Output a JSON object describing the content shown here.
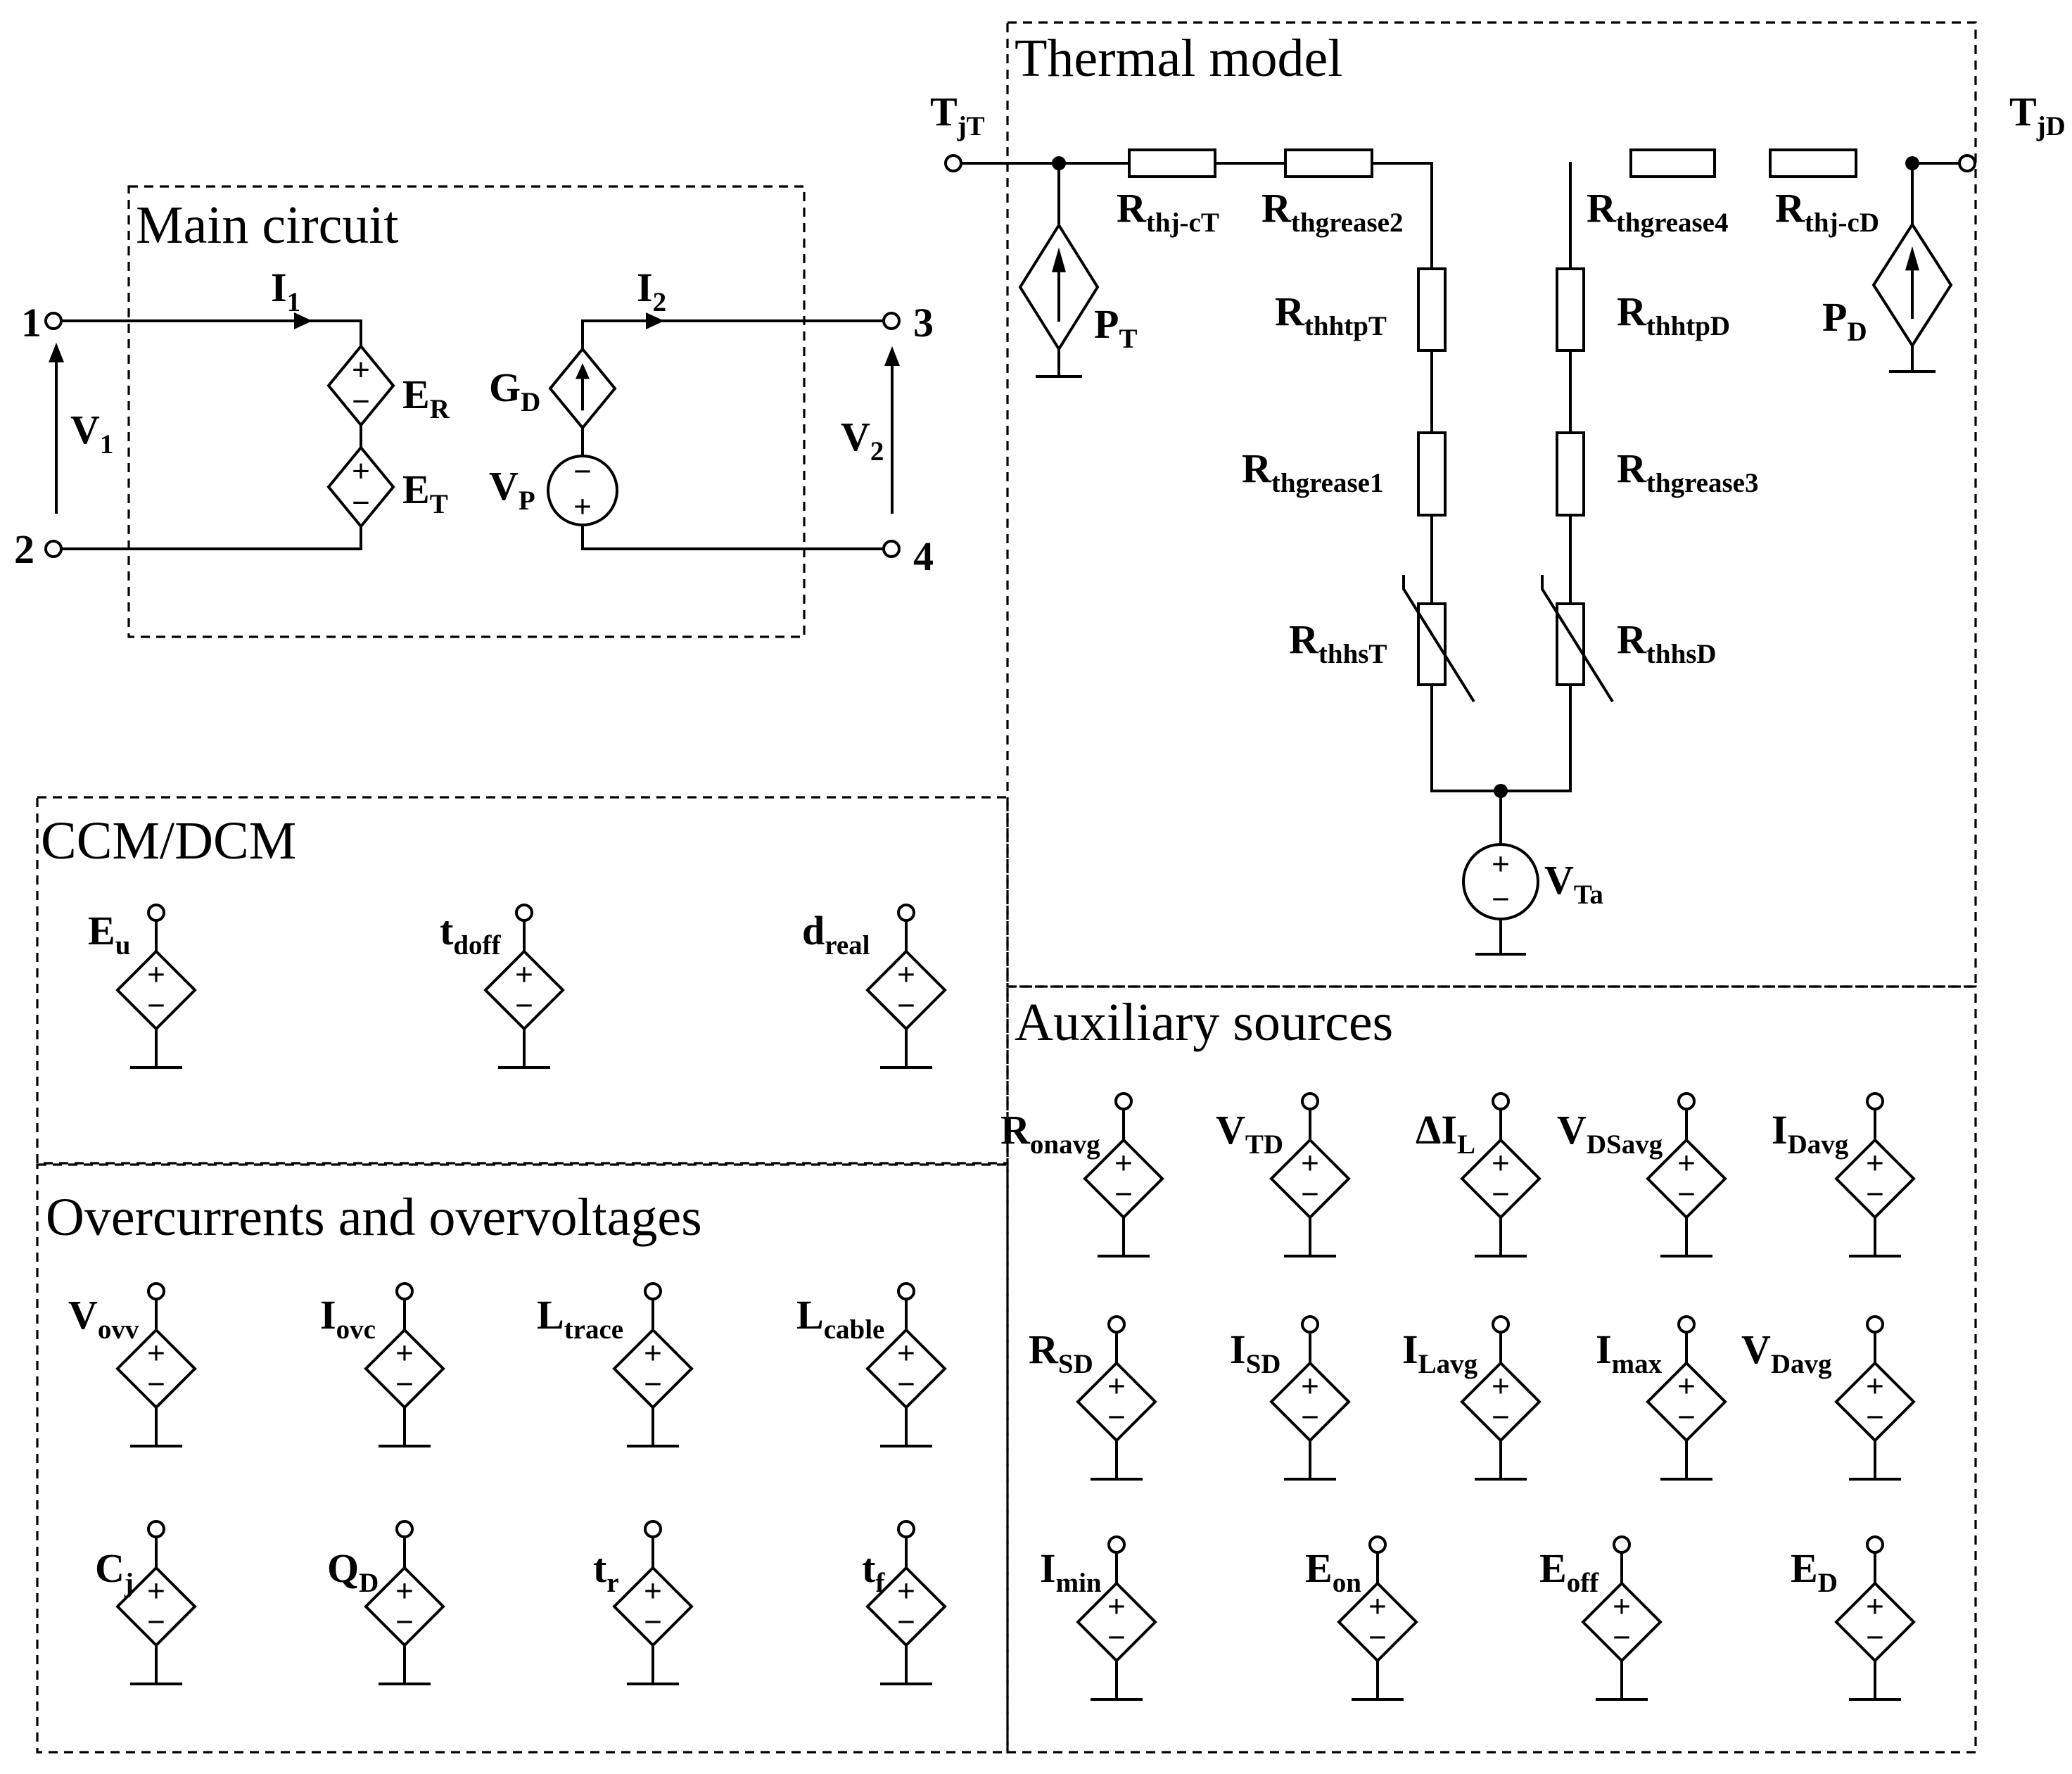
{
  "panels": {
    "main_circuit": "Main circuit",
    "thermal_model": "Thermal model",
    "ccm_dcm": "CCM/DCM",
    "overcurrents": "Overcurrents and overvoltages",
    "auxiliary": "Auxiliary sources"
  },
  "main_circuit": {
    "terminals": [
      "1",
      "2",
      "3",
      "4"
    ],
    "labels": [
      {
        "id": "v1",
        "base": "V",
        "sub": "1"
      },
      {
        "id": "i1",
        "base": "I",
        "sub": "1"
      },
      {
        "id": "er",
        "base": "E",
        "sub": "R"
      },
      {
        "id": "et",
        "base": "E",
        "sub": "T"
      },
      {
        "id": "i2",
        "base": "I",
        "sub": "2"
      },
      {
        "id": "gd",
        "base": "G",
        "sub": "D"
      },
      {
        "id": "vp",
        "base": "V",
        "sub": "P"
      },
      {
        "id": "v2",
        "base": "V",
        "sub": "2"
      }
    ]
  },
  "thermal_model": {
    "labels": [
      {
        "id": "tjt",
        "base": "T",
        "sub": "jT"
      },
      {
        "id": "tjd",
        "base": "T",
        "sub": "jD"
      },
      {
        "id": "pt",
        "base": "P",
        "sub": "T"
      },
      {
        "id": "pd",
        "base": "P",
        "sub": "D"
      },
      {
        "id": "rthjct",
        "base": "R",
        "sub": "thj-cT"
      },
      {
        "id": "rthg2",
        "base": "R",
        "sub": "thgrease2"
      },
      {
        "id": "rthg4",
        "base": "R",
        "sub": "thgrease4"
      },
      {
        "id": "rthjcd",
        "base": "R",
        "sub": "thj-cD"
      },
      {
        "id": "rthhtpt",
        "base": "R",
        "sub": "thhtpT"
      },
      {
        "id": "rthhtpd",
        "base": "R",
        "sub": "thhtpD"
      },
      {
        "id": "rthg1",
        "base": "R",
        "sub": "thgrease1"
      },
      {
        "id": "rthg3",
        "base": "R",
        "sub": "thgrease3"
      },
      {
        "id": "rthhst",
        "base": "R",
        "sub": "thhsT"
      },
      {
        "id": "rthhsd",
        "base": "R",
        "sub": "thhsD"
      },
      {
        "id": "vta",
        "base": "V",
        "sub": "Ta"
      }
    ]
  },
  "ccm_dcm": {
    "sources": [
      {
        "base": "E",
        "sub": "u"
      },
      {
        "base": "t",
        "sub": "doff"
      },
      {
        "base": "d",
        "sub": "real"
      }
    ]
  },
  "overcurrents": {
    "sources": [
      {
        "base": "V",
        "sub": "ovv"
      },
      {
        "base": "I",
        "sub": "ovc"
      },
      {
        "base": "L",
        "sub": "trace"
      },
      {
        "base": "L",
        "sub": "cable"
      },
      {
        "base": "C",
        "sub": "j"
      },
      {
        "base": "Q",
        "sub": "D"
      },
      {
        "base": "t",
        "sub": "r"
      },
      {
        "base": "t",
        "sub": "f"
      }
    ]
  },
  "auxiliary": {
    "sources": [
      {
        "base": "R",
        "sub": "onavg"
      },
      {
        "base": "V",
        "sub": "TD"
      },
      {
        "base": "ΔI",
        "sub": "L"
      },
      {
        "base": "V",
        "sub": "DSavg"
      },
      {
        "base": "I",
        "sub": "Davg"
      },
      {
        "base": "R",
        "sub": "SD"
      },
      {
        "base": "I",
        "sub": "SD"
      },
      {
        "base": "I",
        "sub": "Lavg"
      },
      {
        "base": "I",
        "sub": "max"
      },
      {
        "base": "V",
        "sub": "Davg"
      },
      {
        "base": "I",
        "sub": "min"
      },
      {
        "base": "E",
        "sub": "on"
      },
      {
        "base": "E",
        "sub": "off"
      },
      {
        "base": "E",
        "sub": "D"
      }
    ]
  },
  "signs": {
    "plus": "+",
    "minus": "−",
    "arrow": "↑"
  }
}
